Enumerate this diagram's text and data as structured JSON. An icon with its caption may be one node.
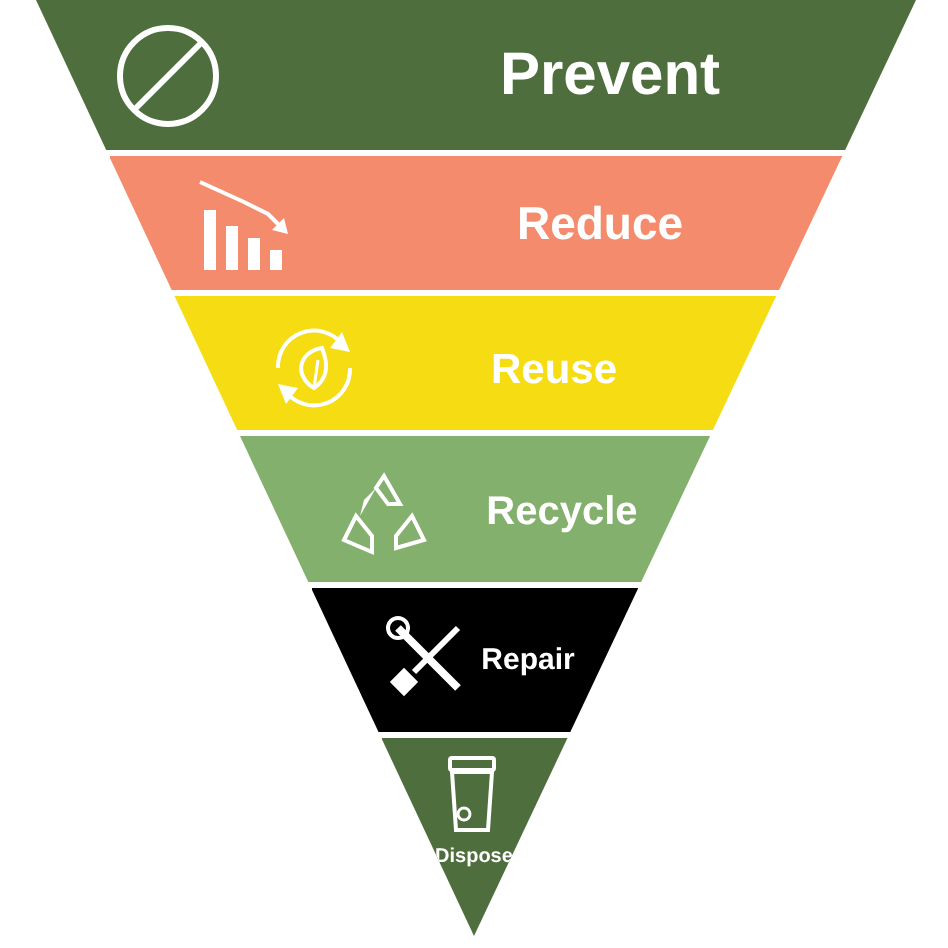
{
  "diagram": {
    "nodes": [
      {
        "text": [
          "Prevent"
        ]
      },
      {
        "text": [
          "Reduce"
        ]
      },
      {
        "text": [
          "Reuse"
        ]
      },
      {
        "text": [
          "Recycle"
        ]
      },
      {
        "text": [
          "Repair"
        ]
      },
      {
        "text": [
          "Dispose"
        ]
      }
    ]
  }
}
